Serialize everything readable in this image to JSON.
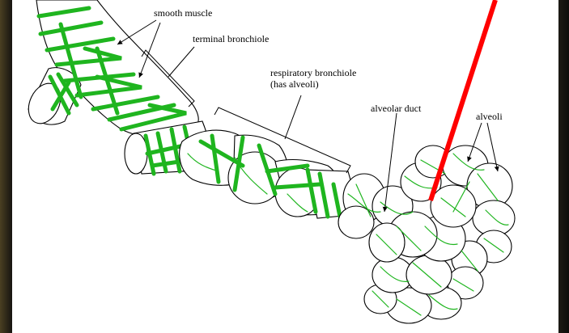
{
  "diagram": {
    "labels": {
      "smooth_muscle": "smooth muscle",
      "terminal_bronchiole": "terminal bronchiole",
      "respiratory_bronchiole_line1": "respiratory bronchiole",
      "respiratory_bronchiole_line2": "(has alveoli)",
      "alveolar_duct": "alveolar duct",
      "alveoli": "alveoli"
    },
    "colors": {
      "muscle_green": "#1fb51f",
      "pointer_red": "#ff0000",
      "outline": "#000000",
      "background": "#ffffff"
    }
  }
}
